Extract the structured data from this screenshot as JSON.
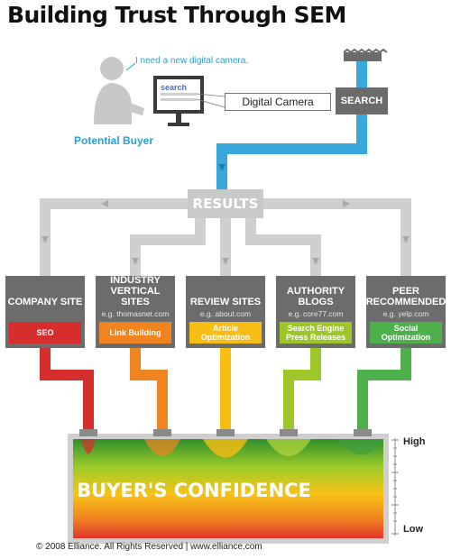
{
  "title": "Building Trust Through SEM",
  "buyer": {
    "label": "Potential Buyer",
    "speech": "I need a new digital camera.",
    "screen_word": "search"
  },
  "search": {
    "query": "Digital Camera",
    "button_label": "SEARCH"
  },
  "results": {
    "label": "RESULTS"
  },
  "channels": [
    {
      "title": "COMPANY SITE",
      "example": "",
      "tag": "SEO",
      "color": "#d62d2d"
    },
    {
      "title": "INDUSTRY VERTICAL SITES",
      "example": "e.g. thomasnet.com",
      "tag": "Link Building",
      "color": "#ef8420"
    },
    {
      "title": "REVIEW SITES",
      "example": "e.g. about.com",
      "tag": "Article Optimization",
      "color": "#f7bd12"
    },
    {
      "title": "AUTHORITY BLOGS",
      "example": "e.g. core77.com",
      "tag": "Search Engine Press Releases",
      "color": "#9cc62a"
    },
    {
      "title": "PEER RECOMMENDED",
      "example": "e.g. yelp.com",
      "tag": "Social Optimization",
      "color": "#4db04a"
    }
  ],
  "confidence": {
    "label": "BUYER'S CONFIDENCE",
    "high_label": "High",
    "low_label": "Low"
  },
  "footer": "© 2008 Elliance. All Rights Reserved  |  www.elliance.com",
  "colors": {
    "pipe_blue": "#39a8dc",
    "pipe_gray": "#cfcfcf",
    "card_gray": "#6c6c6c",
    "connector_gray": "#8a8a8a"
  }
}
